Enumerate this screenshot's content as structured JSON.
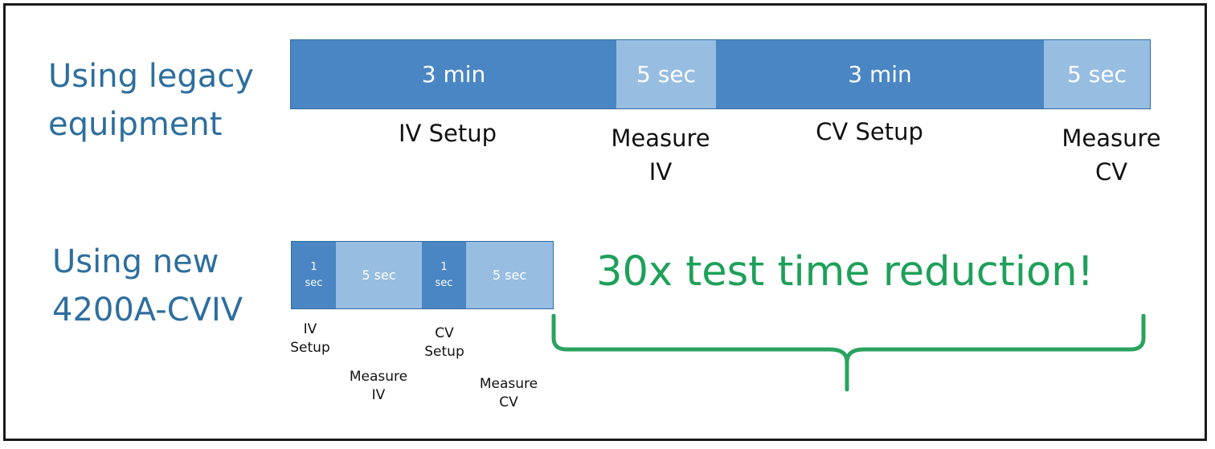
{
  "legacy": {
    "label": "Using legacy\nequipment",
    "segments": [
      {
        "text": "3 min",
        "caption": "IV Setup"
      },
      {
        "text": "5 sec",
        "caption": "Measure\nIV"
      },
      {
        "text": "3 min",
        "caption": "CV Setup"
      },
      {
        "text": "5 sec",
        "caption": "Measure\nCV"
      }
    ]
  },
  "new": {
    "label": "Using new\n4200A-CVIV",
    "segments": [
      {
        "text": "1\nsec",
        "caption": "IV\nSetup"
      },
      {
        "text": "5 sec",
        "caption": "Measure\nIV"
      },
      {
        "text": "1\nsec",
        "caption": "CV\nSetup"
      },
      {
        "text": "5 sec",
        "caption": "Measure\nCV"
      }
    ]
  },
  "headline": "30x test time reduction!",
  "colors": {
    "setup_segment": "#4a86c3",
    "measure_segment": "#97bde1",
    "row_label": "#2e6e9e",
    "headline": "#1ea05a",
    "brace": "#2aa35e"
  }
}
